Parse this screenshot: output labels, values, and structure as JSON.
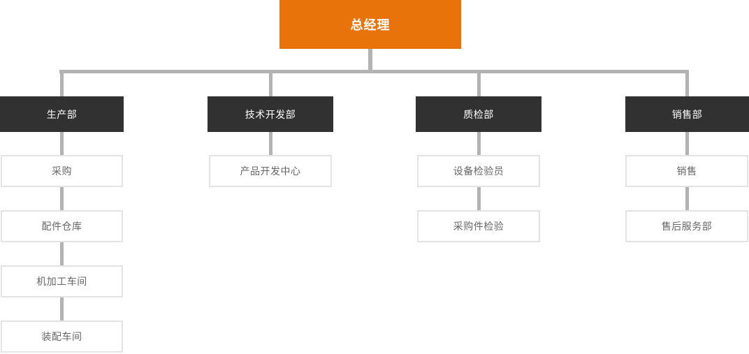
{
  "colors": {
    "root_bg": "#E8730B",
    "dept_bg": "#313131",
    "connector": "#B3B3B3",
    "leaf_border": "#E3E3E3",
    "leaf_text": "#666666"
  },
  "chart": {
    "type": "org-chart",
    "root": {
      "label": "总经理"
    },
    "departments": [
      {
        "label": "生产部",
        "children": [
          "采购",
          "配件仓库",
          "机加工车间",
          "装配车间"
        ]
      },
      {
        "label": "技术开发部",
        "children": [
          "产品开发中心"
        ]
      },
      {
        "label": "质检部",
        "children": [
          "设备检验员",
          "采购件检验"
        ]
      },
      {
        "label": "销售部",
        "children": [
          "销售",
          "售后服务部"
        ]
      }
    ]
  }
}
